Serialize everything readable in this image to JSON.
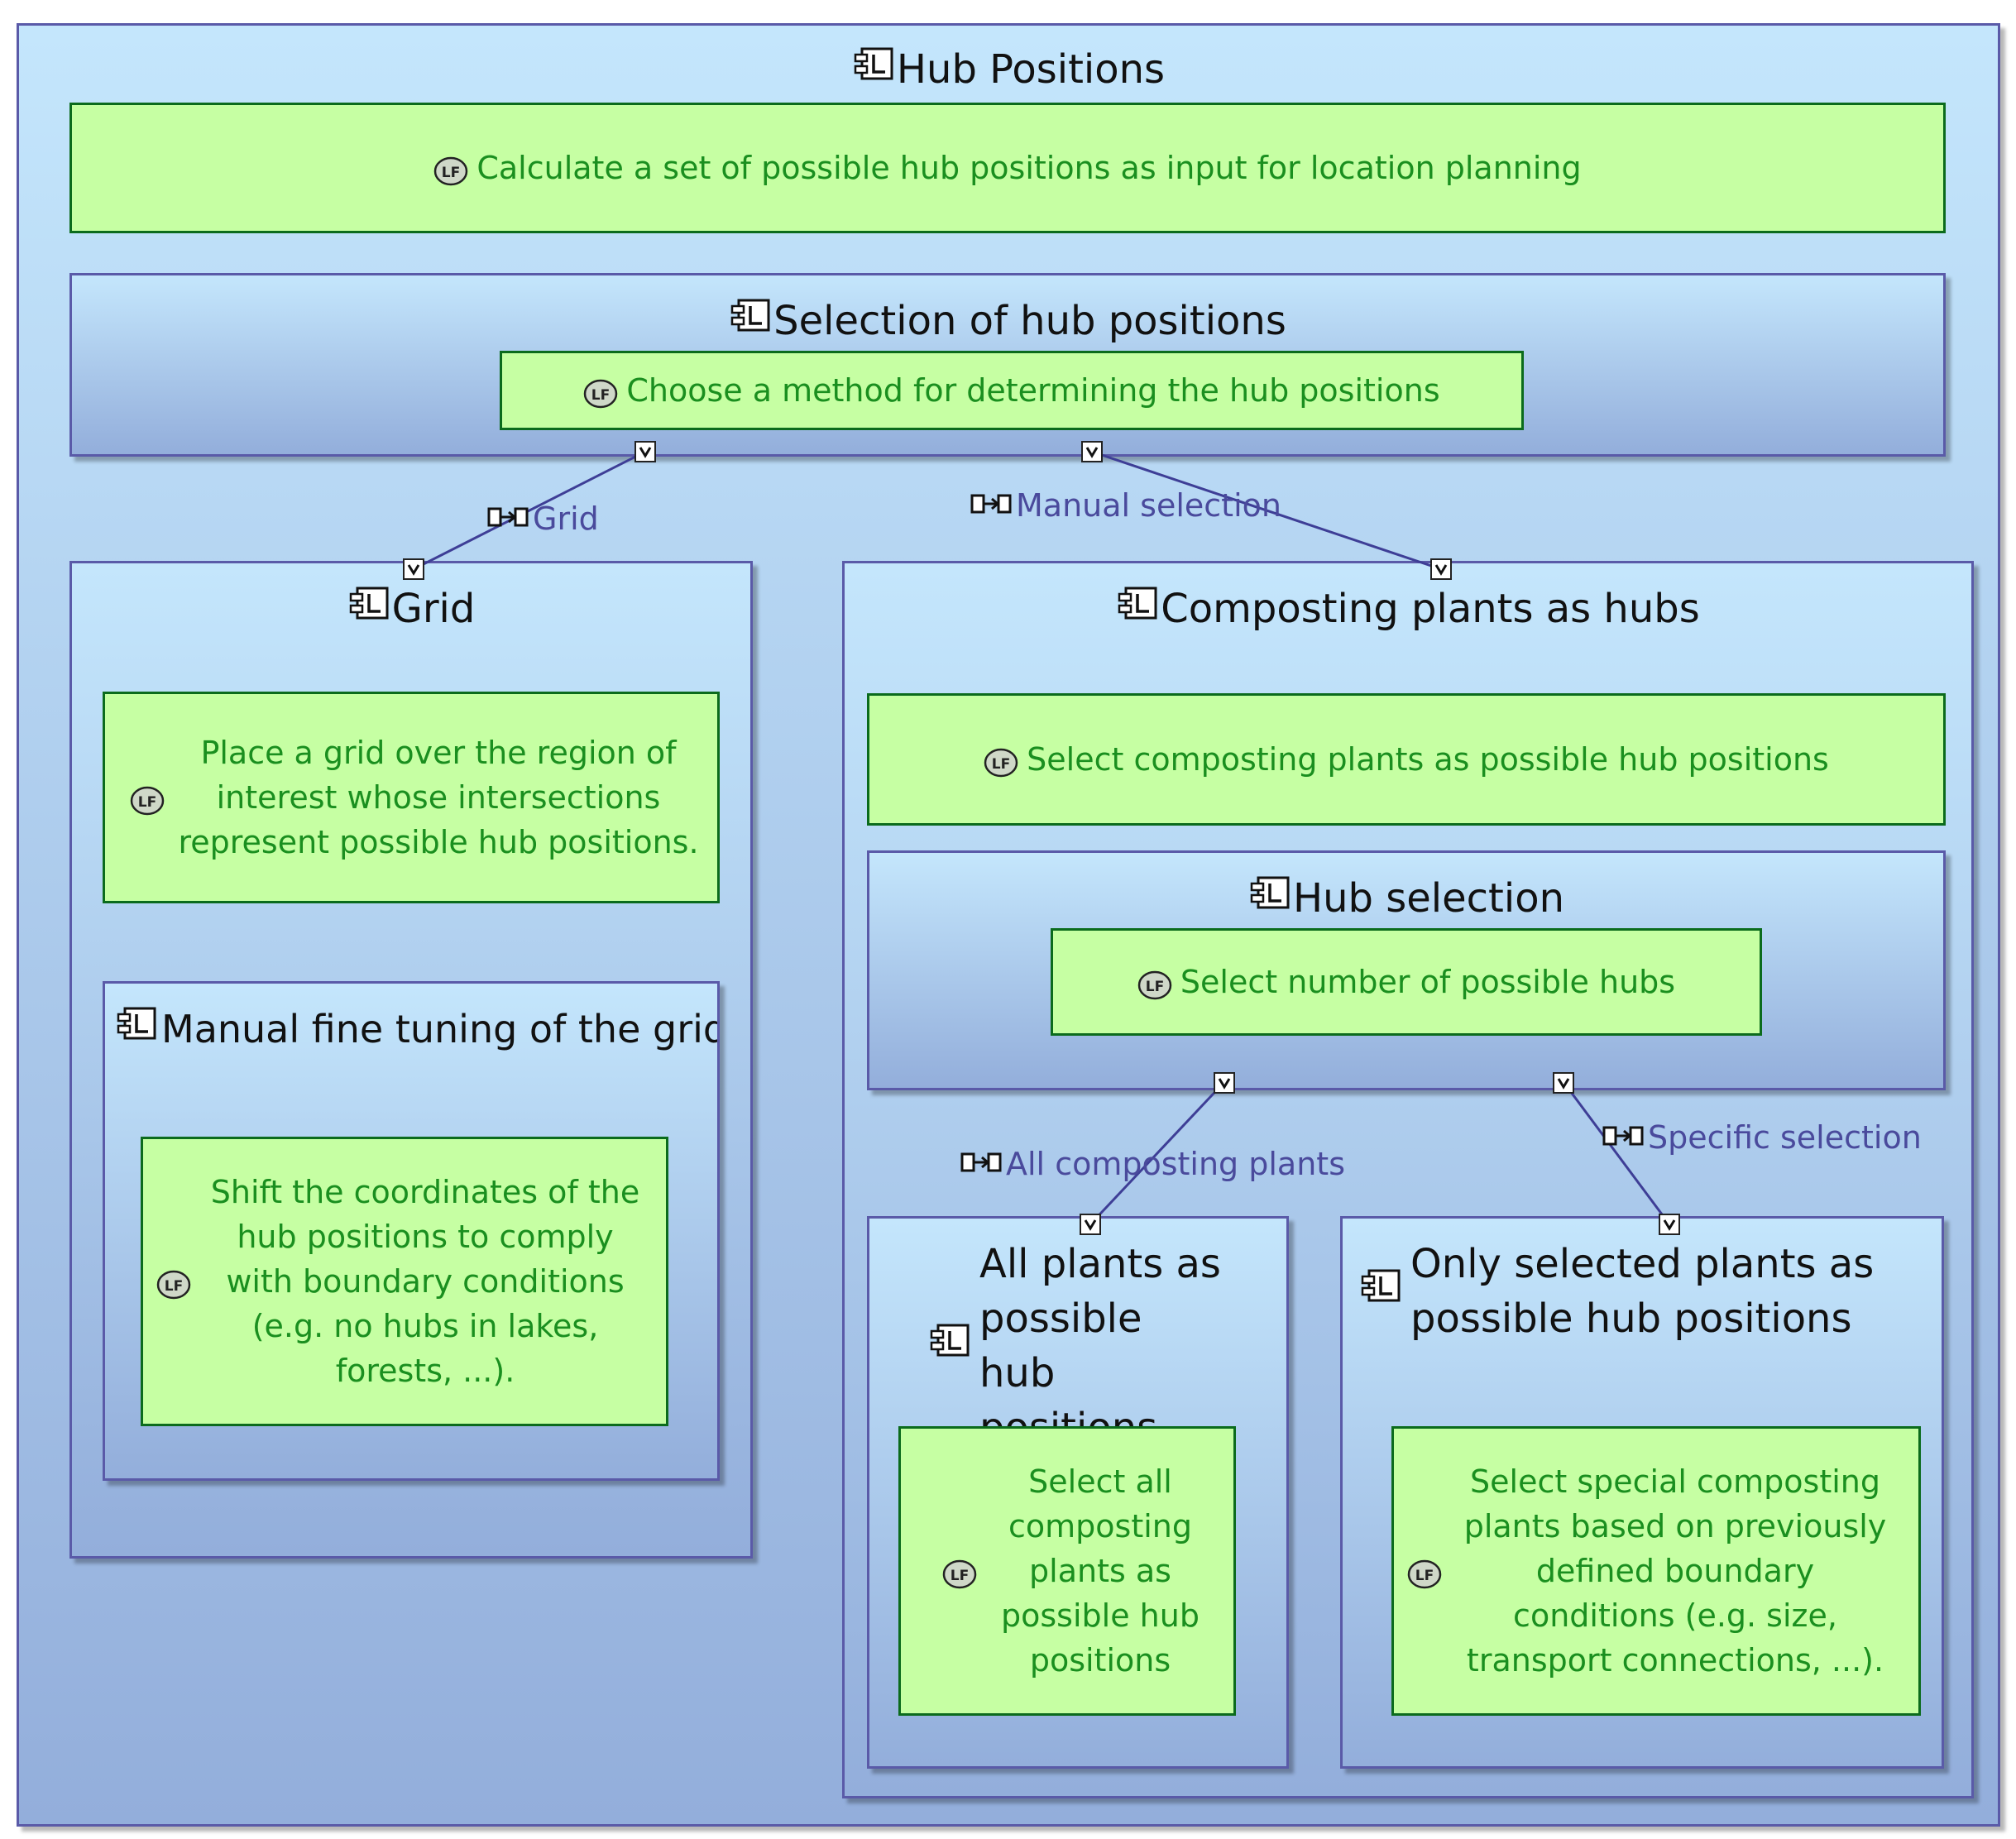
{
  "components": {
    "hub_positions": {
      "title": "Hub Positions",
      "function": "Calculate a set of possible hub positions as input for location planning"
    },
    "selection": {
      "title": "Selection of hub positions",
      "function": "Choose a method for determining the hub positions"
    },
    "grid": {
      "title": "Grid",
      "function": "Place a grid over the region of interest whose intersections represent possible hub positions."
    },
    "fine_tuning": {
      "title": "Manual fine tuning of the grid",
      "function": "Shift the coordinates of the hub positions to comply with boundary conditions (e.g. no hubs in lakes, forests, ...)."
    },
    "composting": {
      "title": "Composting plants as hubs",
      "function": "Select composting plants as possible hub positions"
    },
    "hub_selection": {
      "title": "Hub selection",
      "function": "Select number of possible hubs"
    },
    "all_plants": {
      "title": "All plants as possible hub positions",
      "function": "Select all composting plants as possible hub positions"
    },
    "selected_plants": {
      "title": "Only selected plants as possible hub positions",
      "function": "Select special composting plants based on previously defined boundary conditions (e.g. size, transport connections, ...)."
    }
  },
  "exchanges": {
    "grid": "Grid",
    "manual": "Manual selection",
    "all": "All composting plants",
    "specific": "Specific selection"
  },
  "icons": {
    "component": "logical-component-icon",
    "function": "logical-function-icon",
    "exchange": "component-exchange-icon",
    "port": "port-icon"
  },
  "colors": {
    "component_border": "#5a5aa8",
    "function_fill": "#c6ffa3",
    "function_text": "#1a8f1f",
    "exchange_text": "#4a4a9c"
  }
}
